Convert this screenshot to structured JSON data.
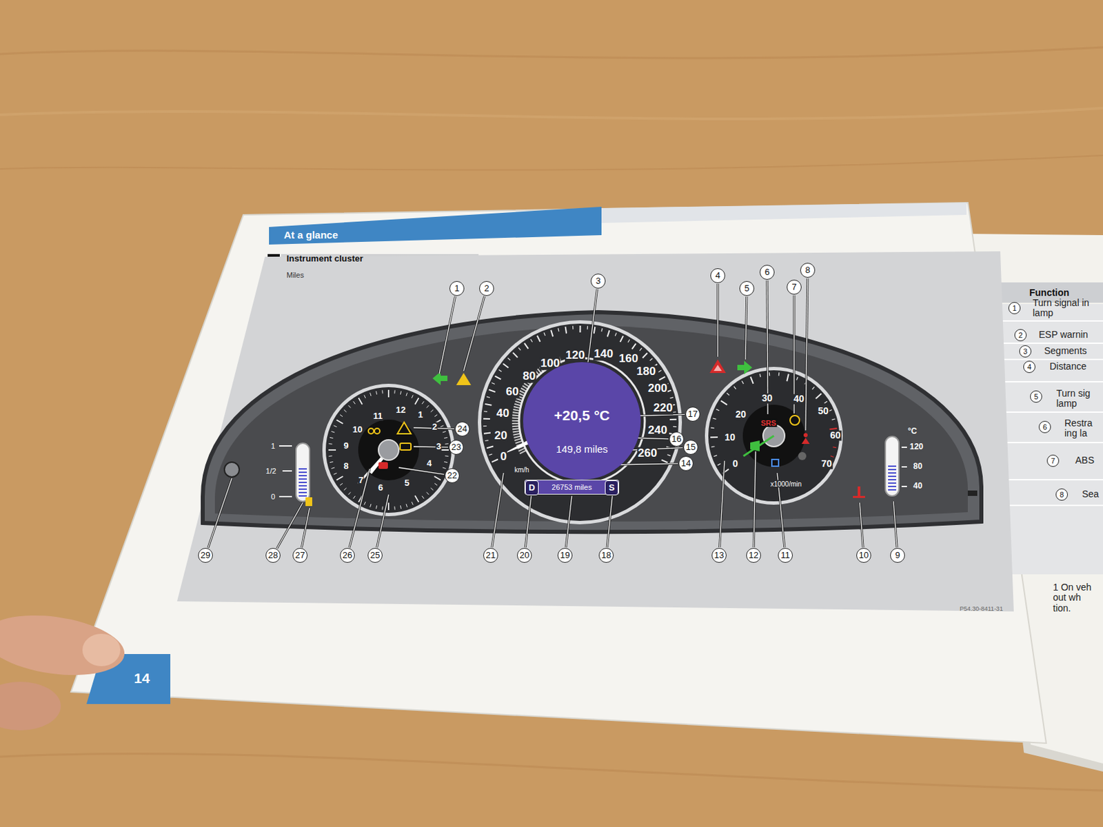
{
  "diagram": {
    "title": "At a glance",
    "nodes": [
      {
        "text": [
          "+20,5 °C",
          "149,8 miles"
        ]
      },
      {
        "text": [
          "26753 miles"
        ]
      },
      {
        "text": [
          "D"
        ],
        "in": 1
      },
      {
        "text": [
          "S"
        ],
        "in": 1
      }
    ],
    "labels": [
      "Instrument cluster",
      "Miles",
      "1",
      "2",
      "3",
      "4",
      "5",
      "6",
      "7",
      "8",
      "9",
      "10",
      "11",
      "12",
      "13",
      "14",
      "15",
      "16",
      "17",
      "18",
      "19",
      "20",
      "21",
      "22",
      "23",
      "24",
      "25",
      "26",
      "27",
      "28",
      "29",
      "0",
      "20",
      "40",
      "60",
      "80",
      "100",
      "120",
      "140",
      "160",
      "180",
      "200",
      "220",
      "240",
      "260",
      "km/h",
      "12",
      "1",
      "2",
      "3",
      "4",
      "5",
      "6",
      "7",
      "8",
      "9",
      "10",
      "11",
      "0",
      "10",
      "20",
      "30",
      "40",
      "50",
      "60",
      "70",
      "x1000/min",
      "SRS",
      "°C",
      "120",
      "80",
      "40",
      "1",
      "1/2",
      "0",
      "14",
      "P54.30-8411-31",
      "Function",
      "1",
      "2",
      "3",
      "4",
      "5",
      "6",
      "7",
      "8",
      "Turn signal in lamp",
      "ESP warnin",
      "Segments",
      "Distance",
      "Turn sig lamp",
      "Restra ing la",
      "ABS",
      "Sea",
      "1 On veh out wh tion."
    ]
  }
}
